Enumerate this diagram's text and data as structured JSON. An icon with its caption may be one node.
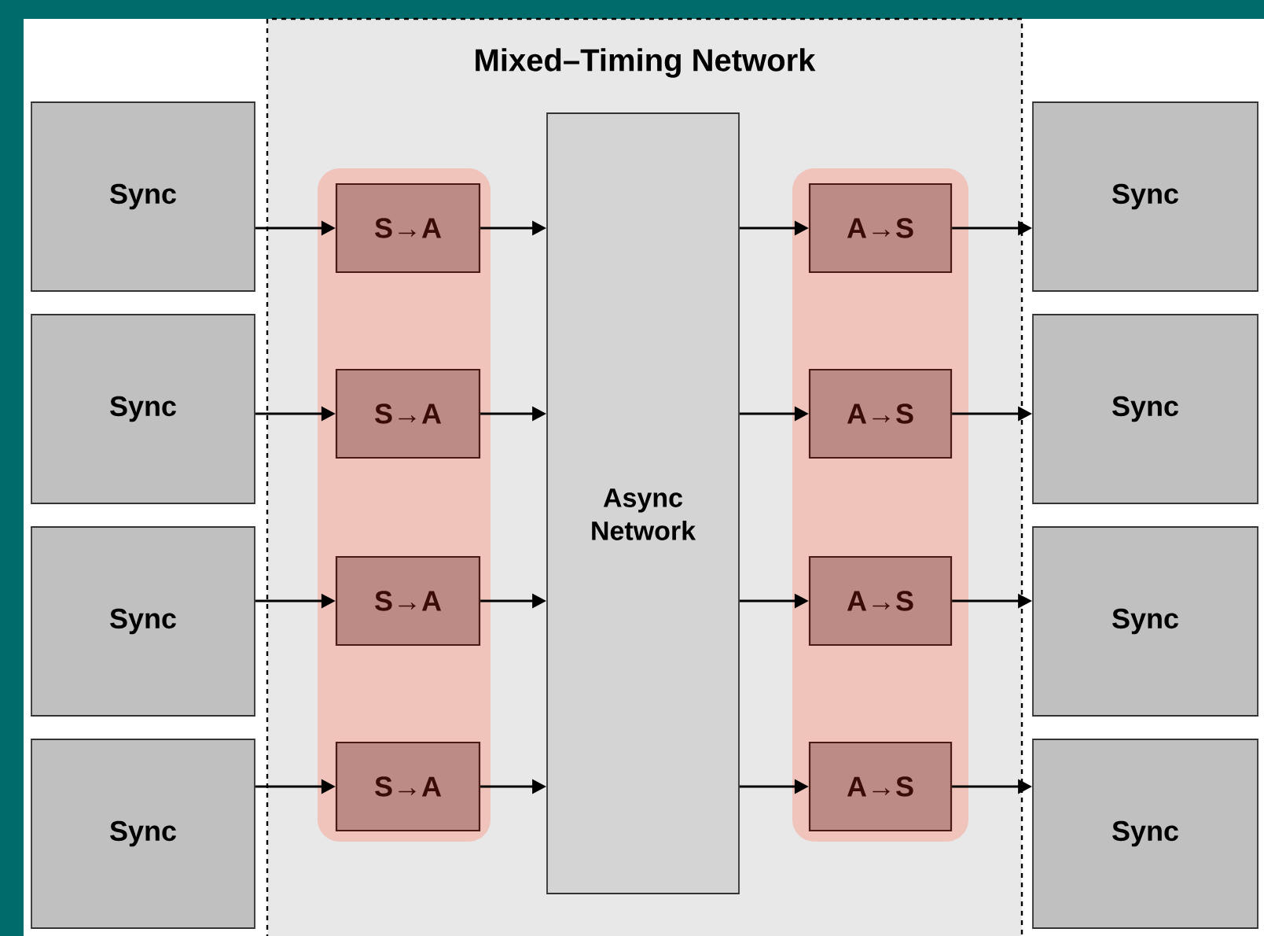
{
  "diagram": {
    "nodes": [
      {
        "text": [
          "Mixed–Timing Network"
        ]
      },
      {
        "text": [],
        "shape": "box",
        "in": 0
      },
      {
        "text": [],
        "shape": "box",
        "in": 0
      },
      {
        "text": [
          "S→A"
        ],
        "in": 1
      },
      {
        "text": [
          "S→A"
        ],
        "in": 1
      },
      {
        "text": [
          "S→A"
        ],
        "in": 1
      },
      {
        "text": [
          "S→A"
        ],
        "in": 1
      },
      {
        "text": [
          "Async Network"
        ],
        "in": 0
      },
      {
        "text": [
          "A→S"
        ],
        "in": 2
      },
      {
        "text": [
          "A→S"
        ],
        "in": 2
      },
      {
        "text": [
          "A→S"
        ],
        "in": 2
      },
      {
        "text": [
          "A→S"
        ],
        "in": 2
      },
      {
        "text": [
          "Sync"
        ]
      },
      {
        "text": [
          "Sync"
        ]
      },
      {
        "text": [
          "Sync"
        ]
      },
      {
        "text": [
          "Sync"
        ]
      },
      {
        "text": [
          "Sync"
        ]
      },
      {
        "text": [
          "Sync"
        ]
      },
      {
        "text": [
          "Sync"
        ]
      },
      {
        "text": [
          "Sync"
        ]
      }
    ],
    "edges": [
      {
        "from": 12,
        "to": 3,
        "arrow": "to"
      },
      {
        "from": 13,
        "to": 4,
        "arrow": "to"
      },
      {
        "from": 14,
        "to": 5,
        "arrow": "to"
      },
      {
        "from": 15,
        "to": 6,
        "arrow": "to"
      },
      {
        "from": 3,
        "to": 7,
        "arrow": "to"
      },
      {
        "from": 4,
        "to": 7,
        "arrow": "to"
      },
      {
        "from": 5,
        "to": 7,
        "arrow": "to"
      },
      {
        "from": 6,
        "to": 7,
        "arrow": "to"
      },
      {
        "from": 7,
        "to": 8,
        "arrow": "to"
      },
      {
        "from": 7,
        "to": 9,
        "arrow": "to"
      },
      {
        "from": 7,
        "to": 10,
        "arrow": "to"
      },
      {
        "from": 7,
        "to": 11,
        "arrow": "to"
      },
      {
        "from": 8,
        "to": 16,
        "arrow": "to"
      },
      {
        "from": 9,
        "to": 17,
        "arrow": "to"
      },
      {
        "from": 10,
        "to": 18,
        "arrow": "to"
      },
      {
        "from": 11,
        "to": 19,
        "arrow": "to"
      }
    ]
  }
}
